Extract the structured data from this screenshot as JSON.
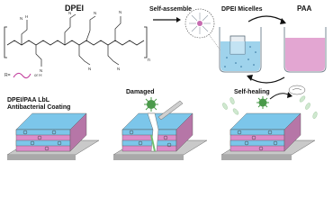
{
  "labels": {
    "dpei": "DPEI",
    "self_assemble": "Self-assemble",
    "dpei_micelles": "DPEI Micelles",
    "paa": "PAA",
    "r_group": "R=",
    "r_or": "or H",
    "lbl_coating_line1": "DPEI/PAA LbL",
    "lbl_coating_line2": "Antibacterial Coating",
    "damaged": "Damaged",
    "self_healing": "Self-healing",
    "subscript_n": "n"
  },
  "colors": {
    "dpei_solution": "#9fd3ec",
    "paa_solution": "#e3a6d2",
    "layer_blue": "#7cc6ea",
    "layer_pink": "#dc8dc9",
    "substrate": "#c9c9c9",
    "bacteria": "#4a9a4a",
    "molecule_grey": "#9aa9b6"
  },
  "icons": [
    "beaker-icon",
    "micelle-icon",
    "bacteria-icon",
    "tweezer-icon",
    "arrow-icon"
  ]
}
